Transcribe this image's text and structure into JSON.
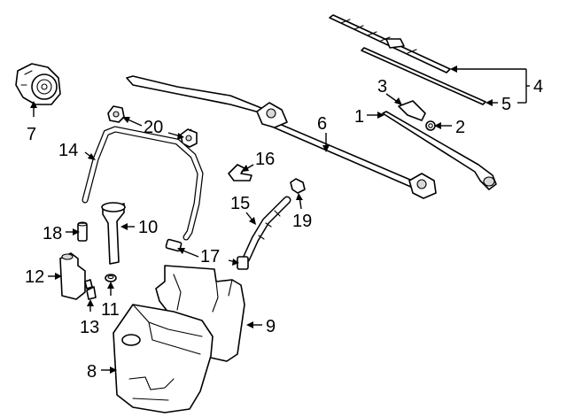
{
  "parts": {
    "p1": "1",
    "p2": "2",
    "p3": "3",
    "p4": "4",
    "p5": "5",
    "p6": "6",
    "p7": "7",
    "p8": "8",
    "p9": "9",
    "p10": "10",
    "p11": "11",
    "p12": "12",
    "p13": "13",
    "p14": "14",
    "p15": "15",
    "p16": "16",
    "p17": "17",
    "p18": "18",
    "p19": "19",
    "p20": "20"
  },
  "colors": {
    "ink": "#000000",
    "paper": "#ffffff"
  }
}
